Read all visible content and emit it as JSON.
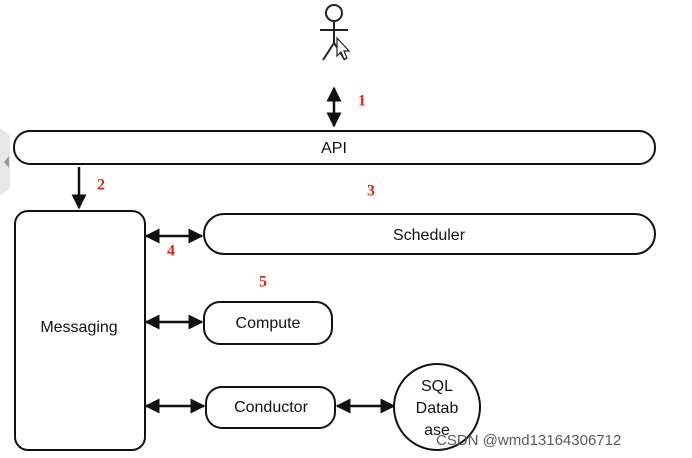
{
  "boxes": {
    "api": "API",
    "messaging": "Messaging",
    "scheduler": "Scheduler",
    "compute": "Compute",
    "conductor": "Conductor",
    "sql_database": [
      "SQL",
      "Datab",
      "ase"
    ]
  },
  "steps": [
    "1",
    "2",
    "3",
    "4",
    "5"
  ],
  "watermark": "CSDN @wmd13164306712",
  "icons": [
    "user-actor-icon",
    "cursor-icon",
    "left-arrow-icon"
  ]
}
